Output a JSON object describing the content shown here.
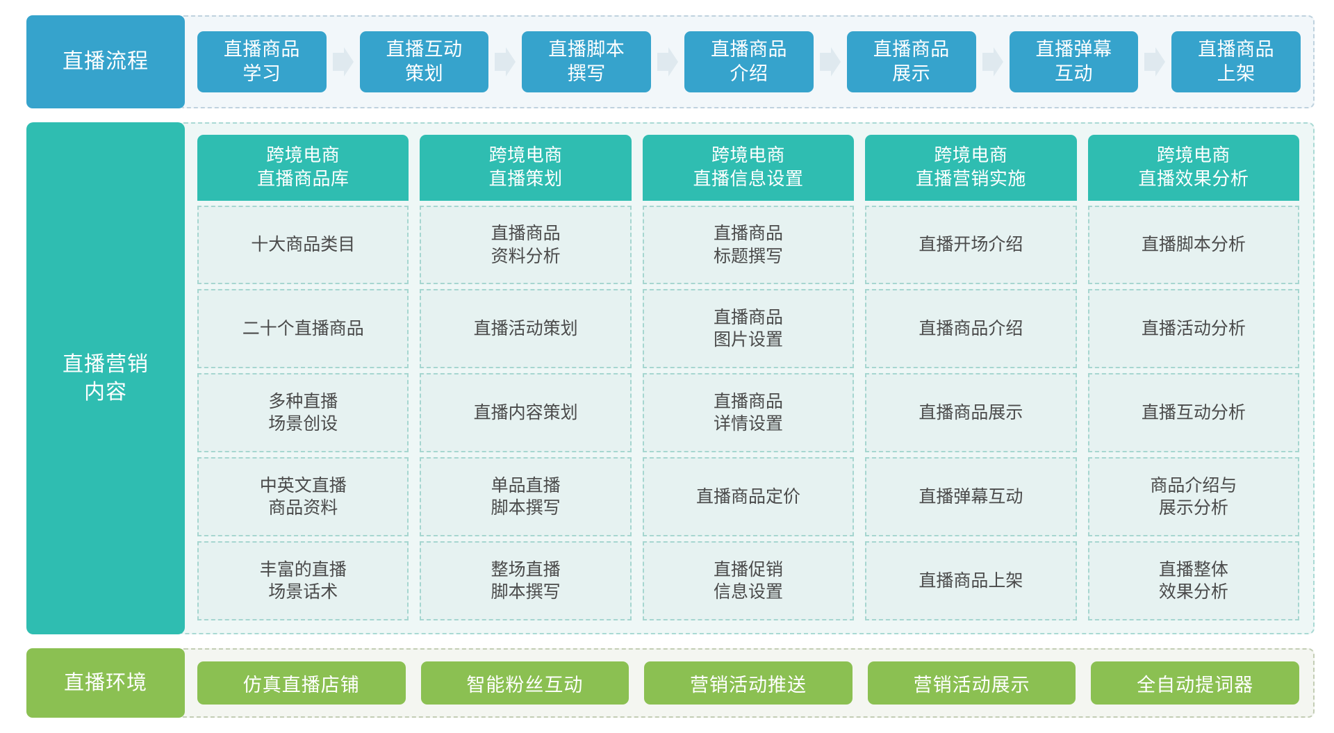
{
  "rows": {
    "process": {
      "label": "直播流程",
      "steps": [
        "直播商品\n学习",
        "直播互动\n策划",
        "直播脚本\n撰写",
        "直播商品\n介绍",
        "直播商品\n展示",
        "直播弹幕\n互动",
        "直播商品\n上架"
      ],
      "arrow_icon": "arrow-right-icon",
      "color": "#36a3cc"
    },
    "content": {
      "label": "直播营销\n内容",
      "color": "#2fbdb1",
      "columns": [
        {
          "header": "跨境电商\n直播商品库",
          "items": [
            "十大商品类目",
            "二十个直播商品",
            "多种直播\n场景创设",
            "中英文直播\n商品资料",
            "丰富的直播\n场景话术"
          ]
        },
        {
          "header": "跨境电商\n直播策划",
          "items": [
            "直播商品\n资料分析",
            "直播活动策划",
            "直播内容策划",
            "单品直播\n脚本撰写",
            "整场直播\n脚本撰写"
          ]
        },
        {
          "header": "跨境电商\n直播信息设置",
          "items": [
            "直播商品\n标题撰写",
            "直播商品\n图片设置",
            "直播商品\n详情设置",
            "直播商品定价",
            "直播促销\n信息设置"
          ]
        },
        {
          "header": "跨境电商\n直播营销实施",
          "items": [
            "直播开场介绍",
            "直播商品介绍",
            "直播商品展示",
            "直播弹幕互动",
            "直播商品上架"
          ]
        },
        {
          "header": "跨境电商\n直播效果分析",
          "items": [
            "直播脚本分析",
            "直播活动分析",
            "直播互动分析",
            "商品介绍与\n展示分析",
            "直播整体\n效果分析"
          ]
        }
      ]
    },
    "environment": {
      "label": "直播环境",
      "color": "#8bc052",
      "items": [
        "仿真直播店铺",
        "智能粉丝互动",
        "营销活动推送",
        "营销活动展示",
        "全自动提词器"
      ]
    }
  }
}
